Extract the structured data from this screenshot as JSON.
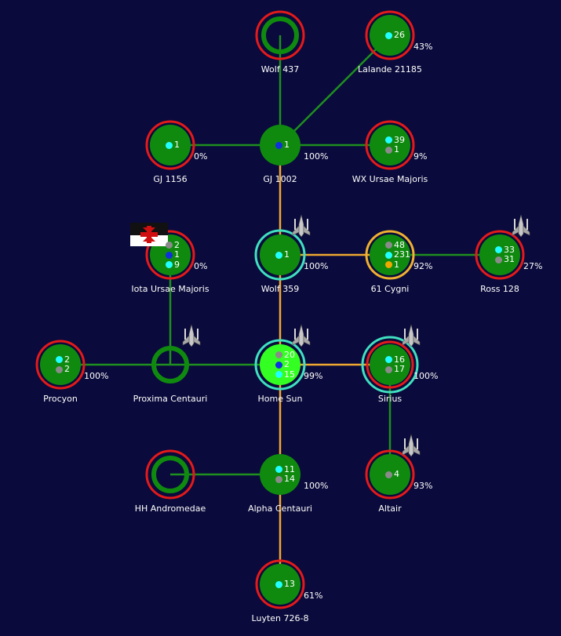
{
  "colors": {
    "background": "#0a0a3c",
    "planet_fill": "#0f8a0f",
    "home_fill": "#33ff22",
    "enemy_ring": "#e31a1a",
    "friendly_ring": "#40e0c0",
    "neutral_ring": "#f0b030",
    "lane_green": "#1f8f1f",
    "lane_orange": "#f0a830",
    "dot_cyan": "#22ffff",
    "dot_gray": "#8a8a8a",
    "dot_blue": "#1030e0",
    "dot_orange": "#f0a800"
  },
  "stars": [
    {
      "id": "wolf437",
      "name": "Wolf 437",
      "ring": "enemy",
      "hollow": true,
      "counts": [],
      "percent": "",
      "ship": false,
      "flag": false
    },
    {
      "id": "lalande",
      "name": "Lalande 21185",
      "ring": "enemy",
      "hollow": false,
      "counts": [
        {
          "color": "cyan",
          "value": "26"
        }
      ],
      "percent": "43%",
      "ship": false,
      "flag": false
    },
    {
      "id": "gj1156",
      "name": "GJ 1156",
      "ring": "enemy",
      "hollow": false,
      "counts": [
        {
          "color": "cyan",
          "value": "1"
        }
      ],
      "percent": "0%",
      "ship": false,
      "flag": false
    },
    {
      "id": "gj1002",
      "name": "GJ 1002",
      "ring": "none",
      "hollow": false,
      "counts": [
        {
          "color": "blue",
          "value": "1"
        }
      ],
      "percent": "100%",
      "ship": false,
      "flag": false
    },
    {
      "id": "wxursae",
      "name": "WX Ursae Majoris",
      "ring": "enemy",
      "hollow": false,
      "counts": [
        {
          "color": "cyan",
          "value": "39"
        },
        {
          "color": "gray",
          "value": "1"
        }
      ],
      "percent": "9%",
      "ship": false,
      "flag": false
    },
    {
      "id": "iota",
      "name": "Iota Ursae Majoris",
      "ring": "enemy",
      "hollow": false,
      "counts": [
        {
          "color": "gray",
          "value": "2"
        },
        {
          "color": "blue",
          "value": "1"
        },
        {
          "color": "cyan",
          "value": "9"
        }
      ],
      "percent": "0%",
      "ship": false,
      "flag": true
    },
    {
      "id": "wolf359",
      "name": "Wolf 359",
      "ring": "friendly",
      "hollow": false,
      "counts": [
        {
          "color": "cyan",
          "value": "1"
        }
      ],
      "percent": "100%",
      "ship": true,
      "flag": false
    },
    {
      "id": "cygni",
      "name": "61 Cygni",
      "ring": "neutral",
      "hollow": false,
      "counts": [
        {
          "color": "gray",
          "value": "48"
        },
        {
          "color": "cyan",
          "value": "231"
        },
        {
          "color": "orange",
          "value": "1"
        }
      ],
      "percent": "92%",
      "ship": false,
      "flag": false
    },
    {
      "id": "ross128",
      "name": "Ross 128",
      "ring": "enemy",
      "hollow": false,
      "counts": [
        {
          "color": "cyan",
          "value": "33"
        },
        {
          "color": "gray",
          "value": "31"
        }
      ],
      "percent": "27%",
      "ship": true,
      "flag": false
    },
    {
      "id": "procyon",
      "name": "Procyon",
      "ring": "enemy",
      "hollow": false,
      "counts": [
        {
          "color": "cyan",
          "value": "2"
        },
        {
          "color": "gray",
          "value": "2"
        }
      ],
      "percent": "100%",
      "ship": false,
      "flag": false
    },
    {
      "id": "proxima",
      "name": "Proxima Centauri",
      "ring": "none",
      "hollow": true,
      "counts": [],
      "percent": "",
      "ship": true,
      "flag": false
    },
    {
      "id": "homesun",
      "name": "Home Sun",
      "ring": "friendly",
      "hollow": false,
      "home": true,
      "counts": [
        {
          "color": "gray",
          "value": "20"
        },
        {
          "color": "blue",
          "value": "2"
        },
        {
          "color": "cyan",
          "value": "15"
        }
      ],
      "percent": "99%",
      "ship": true,
      "flag": false
    },
    {
      "id": "sirius",
      "name": "Sirius",
      "ring": "double",
      "hollow": false,
      "counts": [
        {
          "color": "cyan",
          "value": "16"
        },
        {
          "color": "gray",
          "value": "17"
        }
      ],
      "percent": "100%",
      "ship": true,
      "flag": false
    },
    {
      "id": "hhandro",
      "name": "HH Andromedae",
      "ring": "enemy",
      "hollow": true,
      "counts": [],
      "percent": "",
      "ship": false,
      "flag": false
    },
    {
      "id": "alphacen",
      "name": "Alpha Centauri",
      "ring": "none",
      "hollow": false,
      "counts": [
        {
          "color": "cyan",
          "value": "11"
        },
        {
          "color": "gray",
          "value": "14"
        }
      ],
      "percent": "100%",
      "ship": false,
      "flag": false
    },
    {
      "id": "altair",
      "name": "Altair",
      "ring": "enemy",
      "hollow": false,
      "counts": [
        {
          "color": "gray",
          "value": "4"
        }
      ],
      "percent": "93%",
      "ship": true,
      "flag": false
    },
    {
      "id": "luyten",
      "name": "Luyten 726-8",
      "ring": "enemy",
      "hollow": false,
      "counts": [
        {
          "color": "cyan",
          "value": "13"
        }
      ],
      "percent": "61%",
      "ship": false,
      "flag": false
    }
  ],
  "lanes": [
    {
      "from": "wolf437",
      "to": "gj1002",
      "kind": "green"
    },
    {
      "from": "lalande",
      "to": "gj1002",
      "kind": "green"
    },
    {
      "from": "gj1156",
      "to": "gj1002",
      "kind": "green"
    },
    {
      "from": "gj1002",
      "to": "wxursae",
      "kind": "green"
    },
    {
      "from": "gj1002",
      "to": "wolf359",
      "kind": "orange"
    },
    {
      "from": "wolf359",
      "to": "cygni",
      "kind": "orange"
    },
    {
      "from": "cygni",
      "to": "ross128",
      "kind": "green"
    },
    {
      "from": "wolf359",
      "to": "homesun",
      "kind": "orange"
    },
    {
      "from": "iota",
      "to": "proxima",
      "kind": "green"
    },
    {
      "from": "procyon",
      "to": "proxima",
      "kind": "green"
    },
    {
      "from": "proxima",
      "to": "homesun",
      "kind": "green"
    },
    {
      "from": "homesun",
      "to": "sirius",
      "kind": "orange"
    },
    {
      "from": "sirius",
      "to": "altair",
      "kind": "green"
    },
    {
      "from": "homesun",
      "to": "alphacen",
      "kind": "orange"
    },
    {
      "from": "hhandro",
      "to": "alphacen",
      "kind": "green"
    },
    {
      "from": "alphacen",
      "to": "luyten",
      "kind": "orange"
    }
  ]
}
